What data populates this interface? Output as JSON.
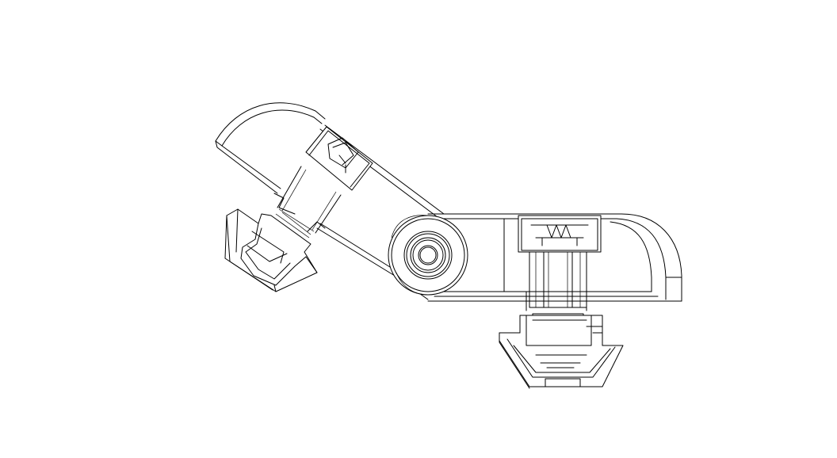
{
  "drawing": {
    "style": "wireframe",
    "colors": {
      "background": "#ffffff",
      "stroke": "#000000"
    },
    "parts": [
      "upper-arm",
      "upper-bolt",
      "upper-t-nut",
      "pivot-bearing",
      "lower-arm",
      "lower-bolt",
      "lower-t-nut"
    ]
  }
}
